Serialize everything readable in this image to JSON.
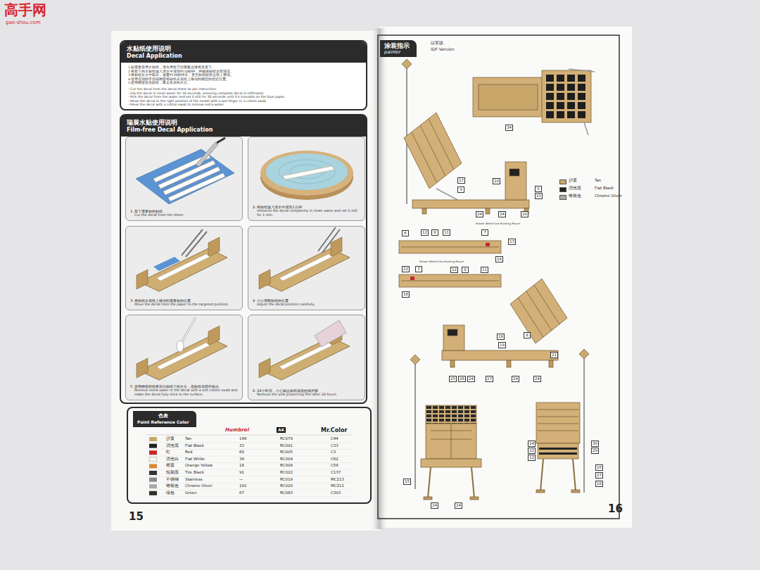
{
  "diagram": {
    "nodes": [
      {
        "text": [
          "水贴纸使用说明",
          "Decal Application",
          "1.如需要使用水贴纸，请先用剪刀沿图案边缘将其剪下。",
          "2.将剪下的水贴纸放入清水中浸泡约10秒钟，并确保贴纸全部浸湿。",
          "3.将贴纸从水中取出，放置约30秒钟后，直至贴纸能在蓝纸上滑动。",
          "4.使用湿润的手指或棉签将贴纸从底纸上移动到模型的指定位置。",
          "5.使用棉签轻压贴纸，吸走多余的水分。",
          "- Cut the decal from the decal sheet as per instruction.",
          "- Dip the decal in clean water for 10 seconds, ensuring complete decal is infiltrated.",
          "- Pick the decal from the water and set it still for 30 seconds until it's movable on the blue paper.",
          "- Move the decal to the right position of the model with a wet finger or a cotton swab.",
          "- Press the decal with a cotton swab to remove extra water."
        ]
      },
      {
        "text": [
          "瑞展水贴使用说明",
          "Film-free Decal Application"
        ]
      },
      {
        "text": [
          "1. 剪下需要贴的贴纸",
          "Cut the decal from the sheet."
        ],
        "in": 1
      },
      {
        "text": [
          "2. 将贴纸放入清水中浸泡1分钟",
          "Immerse the decal completely in clean water and set it still for 1 min."
        ],
        "in": 1
      },
      {
        "text": [
          "3. 将贴纸从底纸上移动到需要贴的位置",
          "Move the decal from the paper to the targeted position."
        ],
        "in": 1
      },
      {
        "text": [
          "4. 小心调整贴纸的位置",
          "Adjust the decal position carefully."
        ],
        "in": 1
      },
      {
        "text": [
          "5. 使用棉签轻轻挤压出贴纸下的水分，使贴纸与部件贴合",
          "Remove extra water in the decal with a soft cotton swab and make the decal fully stick to the surface."
        ],
        "in": 1
      },
      {
        "text": [
          "6. 24小时后，小心揭去贴纸表面的保护膜",
          "Remove the pink protecting film after 24 hours."
        ],
        "in": 1
      },
      {
        "text": [
          "色表",
          "Paint Reference Color"
        ]
      },
      {
        "text": [
          "涂装指示",
          "painter"
        ]
      }
    ],
    "labels": [
      "高手网",
      "gao-shou.com",
      "Humbrol",
      "AK",
      "Mr.Color",
      "沙黄",
      "Tan",
      "148",
      "RC079",
      "C44",
      "消光黑",
      "Flat Black",
      "33",
      "RC001",
      "C33",
      "红",
      "Red",
      "60",
      "RC005",
      "C3",
      "消光白",
      "Flat White",
      "34",
      "RC004",
      "C62",
      "橙黄",
      "Orange Yellow",
      "18",
      "RC009",
      "C58",
      "轮胎黑",
      "Tire Black",
      "91",
      "RC022",
      "C137",
      "不锈钢",
      "Stainless",
      "—",
      "RC019",
      "MC213",
      "铬银色",
      "Chrome Silver",
      "191",
      "RC020",
      "MC211",
      "绿色",
      "Green",
      "67",
      "RC083",
      "C303",
      "15",
      "以军版",
      "IDF Version",
      "沙黄",
      "消光黑",
      "铬银色",
      "Rotate Wheel Use Existing Mount",
      "Rotate Wheel Use Existing Mount",
      "34",
      "17",
      "9",
      "10",
      "5",
      "15",
      "24",
      "24",
      "20",
      "6",
      "12",
      "8",
      "11",
      "7",
      "13",
      "16",
      "22",
      "7",
      "12",
      "8",
      "11",
      "16",
      "18",
      "19",
      "8",
      "21",
      "25",
      "26",
      "24",
      "27",
      "24",
      "24",
      "15",
      "24",
      "24",
      "14",
      "22",
      "12",
      "30",
      "29",
      "16",
      "27",
      "18",
      "16"
    ],
    "legend": [
      {
        "text": "Tan",
        "color": "#c9a86a"
      },
      {
        "text": "Flat Black",
        "color": "#222222"
      },
      {
        "text": "Chrome Silver",
        "color": "#a9a9a9"
      }
    ]
  }
}
